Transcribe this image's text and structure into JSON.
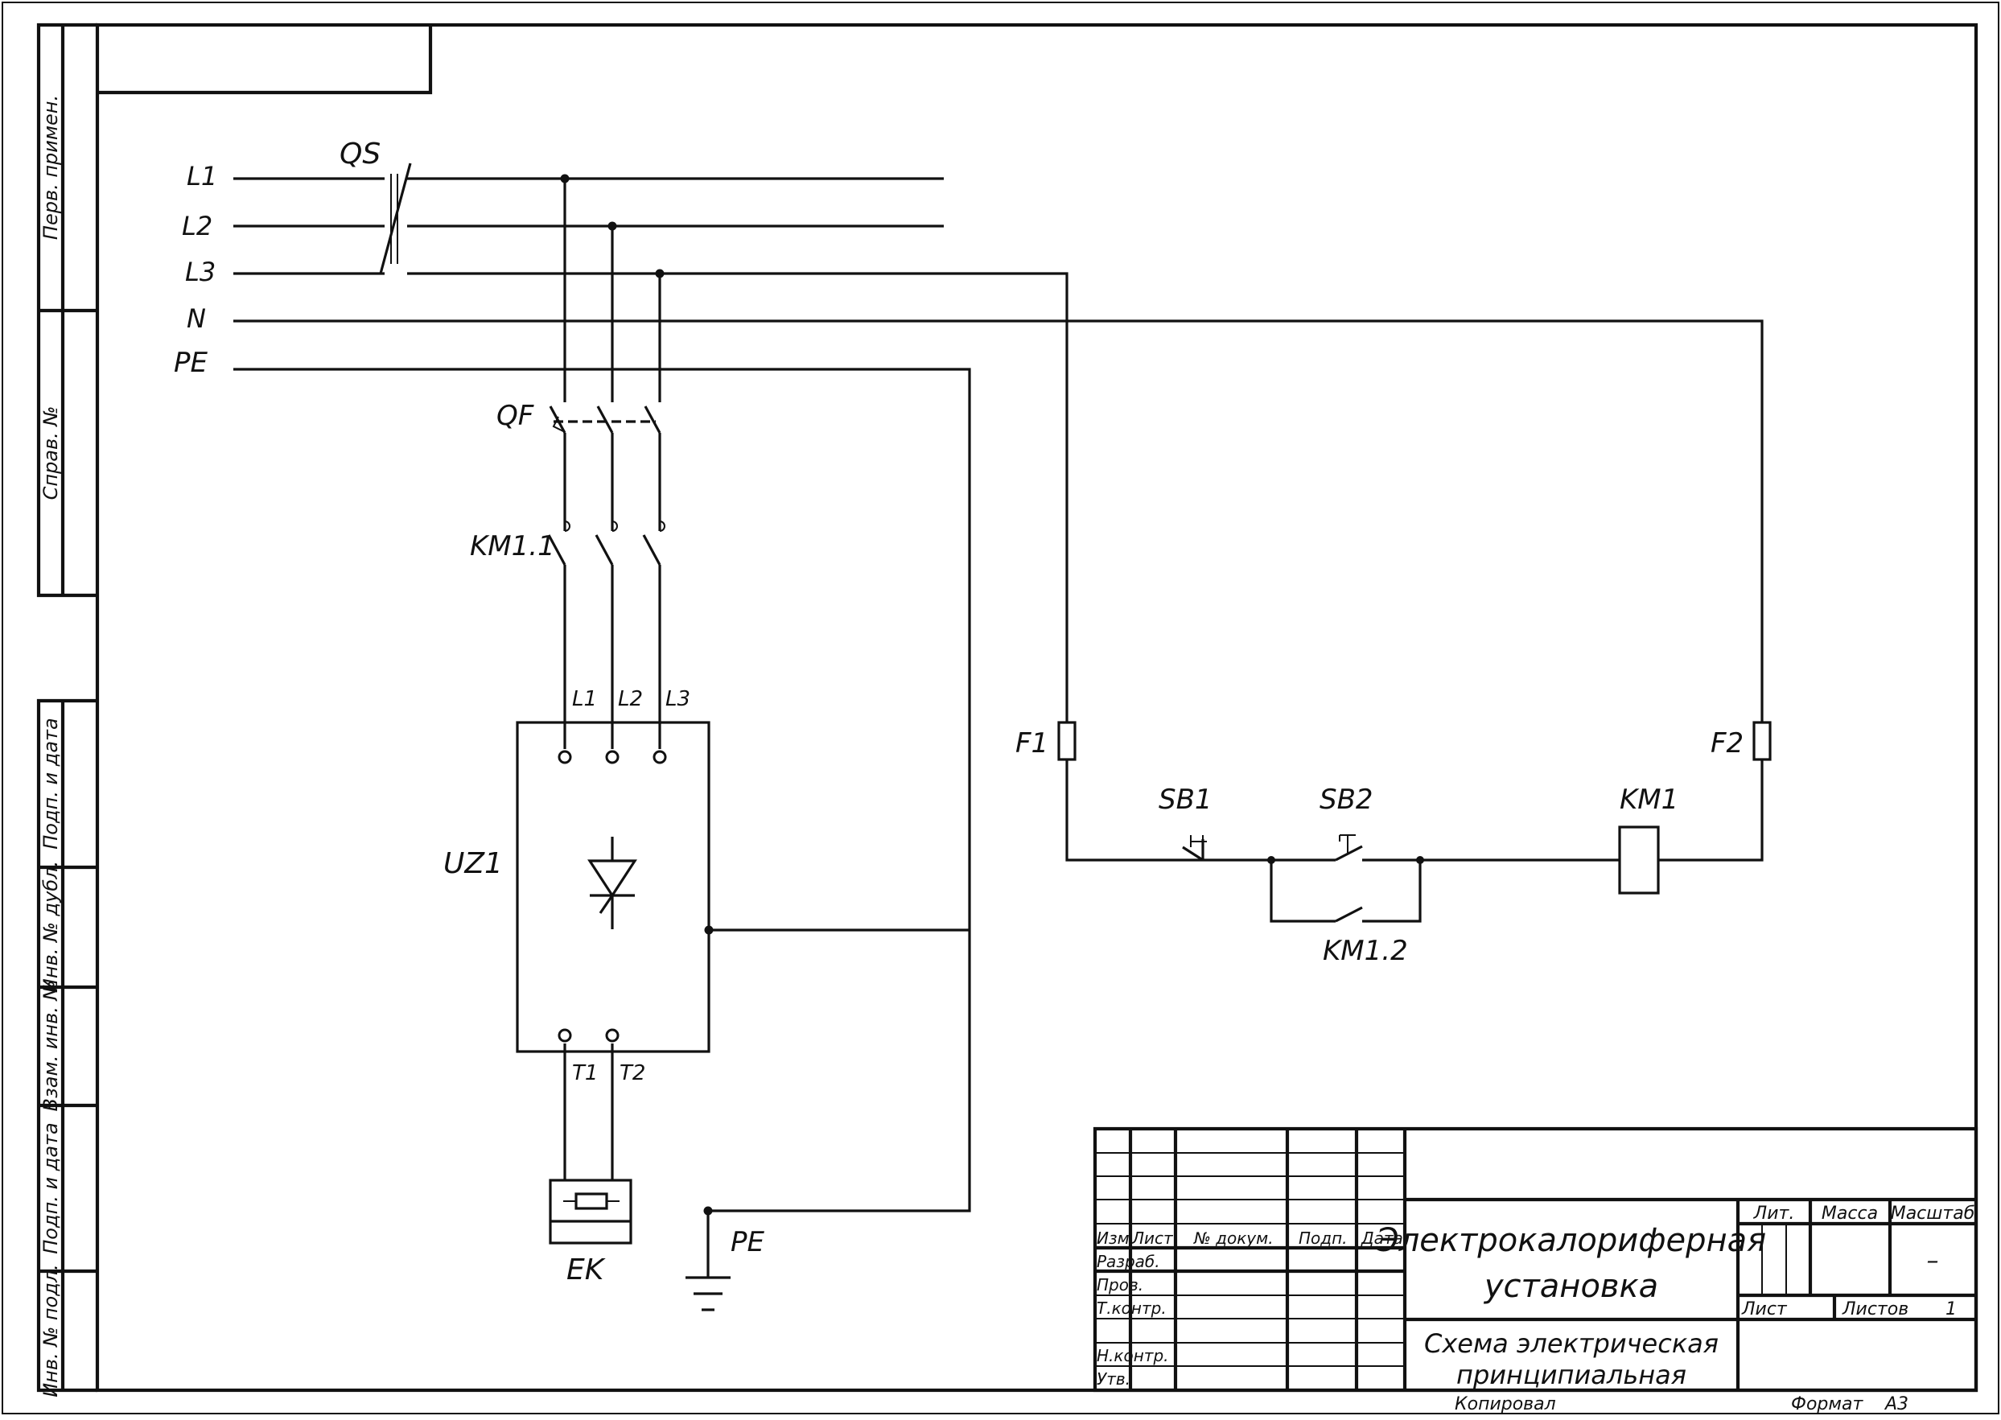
{
  "side_stamp": {
    "perv_primen": "Перв. примен.",
    "sprav_no": "Справ. №",
    "podp_data_1": "Подп. и дата",
    "inv_dubl": "Инв. № дубл.",
    "vzam_inv": "Взам. инв. №",
    "podp_data_2": "Подп. и дата",
    "inv_podl": "Инв. № подл."
  },
  "buses": {
    "l1": "L1",
    "l2": "L2",
    "l3": "L3",
    "n": "N",
    "pe": "PE"
  },
  "components": {
    "qs": "QS",
    "qf": "QF",
    "km11": "KM1.1",
    "uz1": "UZ1",
    "ek": "EK",
    "pe_ground": "PE",
    "f1": "F1",
    "f2": "F2",
    "sb1": "SB1",
    "sb2": "SB2",
    "km1": "KM1",
    "km12": "KM1.2"
  },
  "terminals": {
    "in_l1": "L1",
    "in_l2": "L2",
    "in_l3": "L3",
    "out_t1": "T1",
    "out_t2": "T2"
  },
  "title_block": {
    "col_izm": "Изм.",
    "col_list": "Лист",
    "col_ndokum": "№ докум.",
    "col_podp": "Подп.",
    "col_data": "Дата",
    "row_razrab": "Разраб.",
    "row_prov": "Пров.",
    "row_tkontr": "Т.контр.",
    "row_nkontr": "Н.контр.",
    "row_utv": "Утв.",
    "product_line1": "Электрокалориферная",
    "product_line2": "установка",
    "doc_line1": "Схема электрическая",
    "doc_line2": "принципиальная",
    "lit": "Лит.",
    "massa": "Масса",
    "masshtab": "Масштаб",
    "masshtab_value": "–",
    "list": "Лист",
    "listov": "Листов",
    "listov_value": "1",
    "kopiroval": "Копировал",
    "format": "Формат",
    "format_value": "А3"
  }
}
